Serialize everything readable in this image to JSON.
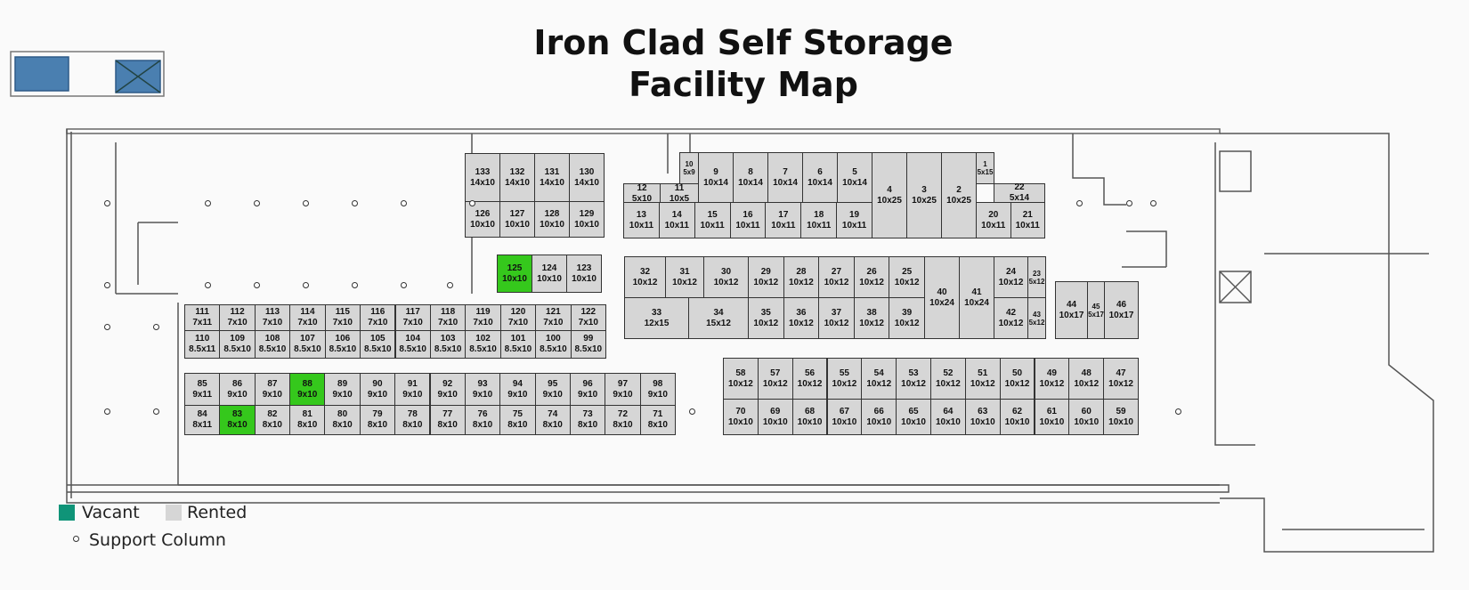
{
  "title_line1": "Iron Clad Self Storage",
  "title_line2": "Facility Map",
  "legend": {
    "vacant": "Vacant",
    "rented": "Rented",
    "support_column": "Support Column"
  },
  "colors": {
    "vacant": "#35c81c",
    "vacant_legend": "#0f9478",
    "rented": "#d6d6d6"
  },
  "units": [
    {
      "id": "1",
      "size": "5x15",
      "status": "rented"
    },
    {
      "id": "2",
      "size": "10x25",
      "status": "rented"
    },
    {
      "id": "3",
      "size": "10x25",
      "status": "rented"
    },
    {
      "id": "4",
      "size": "10x25",
      "status": "rented"
    },
    {
      "id": "5",
      "size": "10x14",
      "status": "rented"
    },
    {
      "id": "6",
      "size": "10x14",
      "status": "rented"
    },
    {
      "id": "7",
      "size": "10x14",
      "status": "rented"
    },
    {
      "id": "8",
      "size": "10x14",
      "status": "rented"
    },
    {
      "id": "9",
      "size": "10x14",
      "status": "rented"
    },
    {
      "id": "10",
      "size": "5x9",
      "status": "rented"
    },
    {
      "id": "11",
      "size": "10x5",
      "status": "rented"
    },
    {
      "id": "12",
      "size": "5x10",
      "status": "rented"
    },
    {
      "id": "13",
      "size": "10x11",
      "status": "rented"
    },
    {
      "id": "14",
      "size": "10x11",
      "status": "rented"
    },
    {
      "id": "15",
      "size": "10x11",
      "status": "rented"
    },
    {
      "id": "16",
      "size": "10x11",
      "status": "rented"
    },
    {
      "id": "17",
      "size": "10x11",
      "status": "rented"
    },
    {
      "id": "18",
      "size": "10x11",
      "status": "rented"
    },
    {
      "id": "19",
      "size": "10x11",
      "status": "rented"
    },
    {
      "id": "20",
      "size": "10x11",
      "status": "rented"
    },
    {
      "id": "21",
      "size": "10x11",
      "status": "rented"
    },
    {
      "id": "22",
      "size": "5x14",
      "status": "rented"
    },
    {
      "id": "23",
      "size": "5x12",
      "status": "rented"
    },
    {
      "id": "24",
      "size": "10x12",
      "status": "rented"
    },
    {
      "id": "25",
      "size": "10x12",
      "status": "rented"
    },
    {
      "id": "26",
      "size": "10x12",
      "status": "rented"
    },
    {
      "id": "27",
      "size": "10x12",
      "status": "rented"
    },
    {
      "id": "28",
      "size": "10x12",
      "status": "rented"
    },
    {
      "id": "29",
      "size": "10x12",
      "status": "rented"
    },
    {
      "id": "30",
      "size": "10x12",
      "status": "rented"
    },
    {
      "id": "31",
      "size": "10x12",
      "status": "rented"
    },
    {
      "id": "32",
      "size": "10x12",
      "status": "rented"
    },
    {
      "id": "33",
      "size": "12x15",
      "status": "rented"
    },
    {
      "id": "34",
      "size": "15x12",
      "status": "rented"
    },
    {
      "id": "35",
      "size": "10x12",
      "status": "rented"
    },
    {
      "id": "36",
      "size": "10x12",
      "status": "rented"
    },
    {
      "id": "37",
      "size": "10x12",
      "status": "rented"
    },
    {
      "id": "38",
      "size": "10x12",
      "status": "rented"
    },
    {
      "id": "39",
      "size": "10x12",
      "status": "rented"
    },
    {
      "id": "40",
      "size": "10x24",
      "status": "rented"
    },
    {
      "id": "41",
      "size": "10x24",
      "status": "rented"
    },
    {
      "id": "42",
      "size": "10x12",
      "status": "rented"
    },
    {
      "id": "43",
      "size": "5x12",
      "status": "rented"
    },
    {
      "id": "44",
      "size": "10x17",
      "status": "rented"
    },
    {
      "id": "45",
      "size": "5x17",
      "status": "rented"
    },
    {
      "id": "46",
      "size": "10x17",
      "status": "rented"
    },
    {
      "id": "47",
      "size": "10x12",
      "status": "rented"
    },
    {
      "id": "48",
      "size": "10x12",
      "status": "rented"
    },
    {
      "id": "49",
      "size": "10x12",
      "status": "rented"
    },
    {
      "id": "50",
      "size": "10x12",
      "status": "rented"
    },
    {
      "id": "51",
      "size": "10x12",
      "status": "rented"
    },
    {
      "id": "52",
      "size": "10x12",
      "status": "rented"
    },
    {
      "id": "53",
      "size": "10x12",
      "status": "rented"
    },
    {
      "id": "54",
      "size": "10x12",
      "status": "rented"
    },
    {
      "id": "55",
      "size": "10x12",
      "status": "rented"
    },
    {
      "id": "56",
      "size": "10x12",
      "status": "rented"
    },
    {
      "id": "57",
      "size": "10x12",
      "status": "rented"
    },
    {
      "id": "58",
      "size": "10x12",
      "status": "rented"
    },
    {
      "id": "59",
      "size": "10x10",
      "status": "rented"
    },
    {
      "id": "60",
      "size": "10x10",
      "status": "rented"
    },
    {
      "id": "61",
      "size": "10x10",
      "status": "rented"
    },
    {
      "id": "62",
      "size": "10x10",
      "status": "rented"
    },
    {
      "id": "63",
      "size": "10x10",
      "status": "rented"
    },
    {
      "id": "64",
      "size": "10x10",
      "status": "rented"
    },
    {
      "id": "65",
      "size": "10x10",
      "status": "rented"
    },
    {
      "id": "66",
      "size": "10x10",
      "status": "rented"
    },
    {
      "id": "67",
      "size": "10x10",
      "status": "rented"
    },
    {
      "id": "68",
      "size": "10x10",
      "status": "rented"
    },
    {
      "id": "69",
      "size": "10x10",
      "status": "rented"
    },
    {
      "id": "70",
      "size": "10x10",
      "status": "rented"
    },
    {
      "id": "71",
      "size": "8x10",
      "status": "rented"
    },
    {
      "id": "72",
      "size": "8x10",
      "status": "rented"
    },
    {
      "id": "73",
      "size": "8x10",
      "status": "rented"
    },
    {
      "id": "74",
      "size": "8x10",
      "status": "rented"
    },
    {
      "id": "75",
      "size": "8x10",
      "status": "rented"
    },
    {
      "id": "76",
      "size": "8x10",
      "status": "rented"
    },
    {
      "id": "77",
      "size": "8x10",
      "status": "rented"
    },
    {
      "id": "78",
      "size": "8x10",
      "status": "rented"
    },
    {
      "id": "79",
      "size": "8x10",
      "status": "rented"
    },
    {
      "id": "80",
      "size": "8x10",
      "status": "rented"
    },
    {
      "id": "81",
      "size": "8x10",
      "status": "rented"
    },
    {
      "id": "82",
      "size": "8x10",
      "status": "rented"
    },
    {
      "id": "83",
      "size": "8x10",
      "status": "vacant"
    },
    {
      "id": "84",
      "size": "8x11",
      "status": "rented"
    },
    {
      "id": "85",
      "size": "9x11",
      "status": "rented"
    },
    {
      "id": "86",
      "size": "9x10",
      "status": "rented"
    },
    {
      "id": "87",
      "size": "9x10",
      "status": "rented"
    },
    {
      "id": "88",
      "size": "9x10",
      "status": "vacant"
    },
    {
      "id": "89",
      "size": "9x10",
      "status": "rented"
    },
    {
      "id": "90",
      "size": "9x10",
      "status": "rented"
    },
    {
      "id": "91",
      "size": "9x10",
      "status": "rented"
    },
    {
      "id": "92",
      "size": "9x10",
      "status": "rented"
    },
    {
      "id": "93",
      "size": "9x10",
      "status": "rented"
    },
    {
      "id": "94",
      "size": "9x10",
      "status": "rented"
    },
    {
      "id": "95",
      "size": "9x10",
      "status": "rented"
    },
    {
      "id": "96",
      "size": "9x10",
      "status": "rented"
    },
    {
      "id": "97",
      "size": "9x10",
      "status": "rented"
    },
    {
      "id": "98",
      "size": "9x10",
      "status": "rented"
    },
    {
      "id": "99",
      "size": "8.5x10",
      "status": "rented"
    },
    {
      "id": "100",
      "size": "8.5x10",
      "status": "rented"
    },
    {
      "id": "101",
      "size": "8.5x10",
      "status": "rented"
    },
    {
      "id": "102",
      "size": "8.5x10",
      "status": "rented"
    },
    {
      "id": "103",
      "size": "8.5x10",
      "status": "rented"
    },
    {
      "id": "104",
      "size": "8.5x10",
      "status": "rented"
    },
    {
      "id": "105",
      "size": "8.5x10",
      "status": "rented"
    },
    {
      "id": "106",
      "size": "8.5x10",
      "status": "rented"
    },
    {
      "id": "107",
      "size": "8.5x10",
      "status": "rented"
    },
    {
      "id": "108",
      "size": "8.5x10",
      "status": "rented"
    },
    {
      "id": "109",
      "size": "8.5x10",
      "status": "rented"
    },
    {
      "id": "110",
      "size": "8.5x11",
      "status": "rented"
    },
    {
      "id": "111",
      "size": "7x11",
      "status": "rented"
    },
    {
      "id": "112",
      "size": "7x10",
      "status": "rented"
    },
    {
      "id": "113",
      "size": "7x10",
      "status": "rented"
    },
    {
      "id": "114",
      "size": "7x10",
      "status": "rented"
    },
    {
      "id": "115",
      "size": "7x10",
      "status": "rented"
    },
    {
      "id": "116",
      "size": "7x10",
      "status": "rented"
    },
    {
      "id": "117",
      "size": "7x10",
      "status": "rented"
    },
    {
      "id": "118",
      "size": "7x10",
      "status": "rented"
    },
    {
      "id": "119",
      "size": "7x10",
      "status": "rented"
    },
    {
      "id": "120",
      "size": "7x10",
      "status": "rented"
    },
    {
      "id": "121",
      "size": "7x10",
      "status": "rented"
    },
    {
      "id": "122",
      "size": "7x10",
      "status": "rented"
    },
    {
      "id": "123",
      "size": "10x10",
      "status": "rented"
    },
    {
      "id": "124",
      "size": "10x10",
      "status": "rented"
    },
    {
      "id": "125",
      "size": "10x10",
      "status": "vacant"
    },
    {
      "id": "126",
      "size": "10x10",
      "status": "rented"
    },
    {
      "id": "127",
      "size": "10x10",
      "status": "rented"
    },
    {
      "id": "128",
      "size": "10x10",
      "status": "rented"
    },
    {
      "id": "129",
      "size": "10x10",
      "status": "rented"
    },
    {
      "id": "130",
      "size": "14x10",
      "status": "rented"
    },
    {
      "id": "131",
      "size": "14x10",
      "status": "rented"
    },
    {
      "id": "132",
      "size": "14x10",
      "status": "rented"
    },
    {
      "id": "133",
      "size": "14x10",
      "status": "rented"
    }
  ]
}
